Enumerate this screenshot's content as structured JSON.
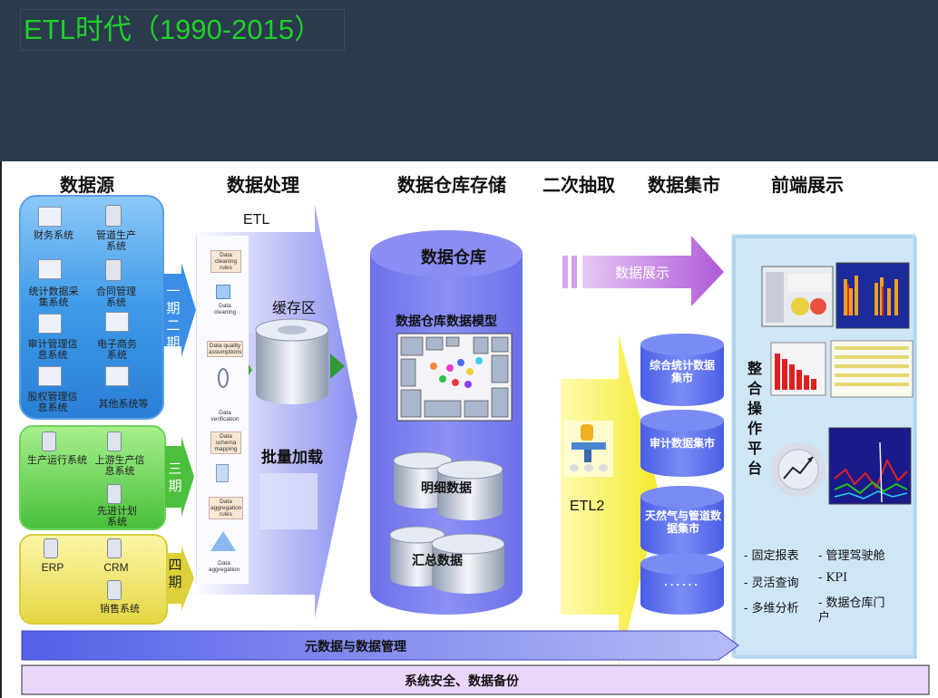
{
  "title": "ETL时代（1990-2015）",
  "columns": {
    "source": "数据源",
    "processing": "数据处理",
    "warehouse_storage": "数据仓库存储",
    "secondary_extract": "二次抽取",
    "data_mart": "数据集市",
    "frontend": "前端展示"
  },
  "phase1": {
    "items": [
      "财务系统",
      "管道生产系统",
      "统计数据采集系统",
      "合同管理系统",
      "审计管理信息系统",
      "电子商务系统",
      "股权管理信息系统",
      "其他系统等"
    ],
    "label_a": "一期",
    "label_b": "二期"
  },
  "phase3": {
    "items": [
      "生产运行系统",
      "上游生产信息系统",
      "先进计划系统"
    ],
    "label": "三期"
  },
  "phase4": {
    "items": [
      "ERP",
      "CRM",
      "销售系统"
    ],
    "label": "四期"
  },
  "etl": {
    "label": "ETL",
    "steps": [
      {
        "box": "Data cleaning rules",
        "caption": "Data cleaning"
      },
      {
        "box": "Data quality assumptions",
        "caption": "Data verification"
      },
      {
        "box": "Data schema mapping",
        "caption": ""
      },
      {
        "box": "Data aggregation rules",
        "caption": "Data aggregation"
      }
    ],
    "cache": "缓存区",
    "batch": "批量加载"
  },
  "warehouse": {
    "label": "数据仓库",
    "model": "数据仓库数据模型",
    "detail": "明细数据",
    "summary": "汇总数据"
  },
  "display_arrow": "数据展示",
  "etl2": "ETL2",
  "marts": [
    "综合统计数据集市",
    "审计数据集市",
    "天然气与管道数据集市",
    "......"
  ],
  "frontend": {
    "platform": "整合操作平台",
    "features": [
      "- 固定报表",
      "- 管理驾驶舱",
      "- 灵活查询",
      "- KPI",
      "- 多维分析",
      "- 数据仓库门户"
    ]
  },
  "bottom": {
    "metadata": "元数据与数据管理",
    "security": "系统安全、数据备份"
  },
  "colors": {
    "header_bg": "#2b3b4d",
    "title_text": "#1fd12a",
    "blue_box": "#2f8ee0",
    "green_box": "#5ccb4a",
    "yellow_box": "#e8e04c",
    "cylinder": "#7b7ff0",
    "frontend_bg": "#cfe6f7"
  }
}
